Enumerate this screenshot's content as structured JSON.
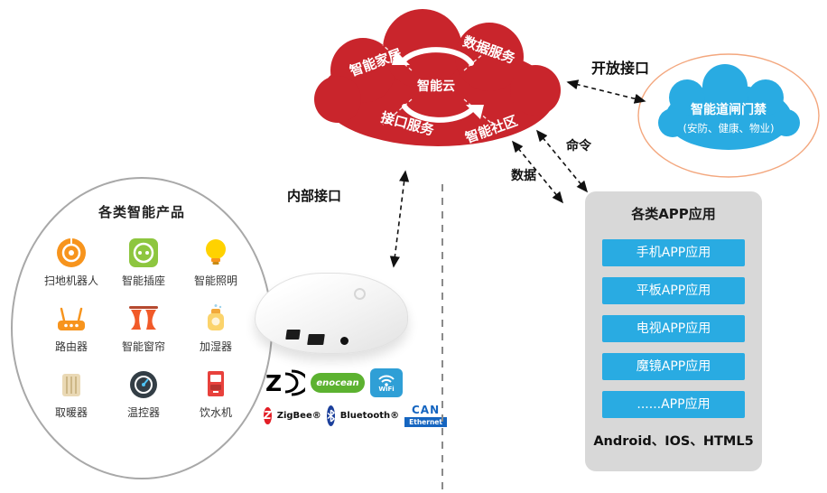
{
  "cloud": {
    "center": "智能云",
    "seg_tl": "智能家居",
    "seg_tr": "数据服务",
    "seg_bl": "接口服务",
    "seg_br": "智能社区"
  },
  "gate_cloud": {
    "title": "智能道闸门禁",
    "subtitle": "(安防、健康、物业)"
  },
  "labels": {
    "open_interface": "开放接口",
    "internal_interface": "内部接口",
    "command": "命令",
    "data": "数据"
  },
  "products": {
    "title": "各类智能产品",
    "items": [
      {
        "name": "robot-vacuum",
        "label": "扫地机器人"
      },
      {
        "name": "smart-socket",
        "label": "智能插座"
      },
      {
        "name": "smart-light",
        "label": "智能照明"
      },
      {
        "name": "router",
        "label": "路由器"
      },
      {
        "name": "smart-curtain",
        "label": "智能窗帘"
      },
      {
        "name": "humidifier",
        "label": "加湿器"
      },
      {
        "name": "heater",
        "label": "取暖器"
      },
      {
        "name": "thermostat",
        "label": "温控器"
      },
      {
        "name": "water-dispenser",
        "label": "饮水机"
      }
    ]
  },
  "protocols": {
    "zwave_letter": "Z",
    "enocean": "enocean",
    "wifi": "WiFi",
    "zigbee_letter": "Z",
    "zigbee": "ZigBee®",
    "bluetooth": "Bluetooth®",
    "can": "CAN",
    "ethernet": "Ethernet"
  },
  "apps": {
    "title": "各类APP应用",
    "items": [
      "手机APP应用",
      "平板APP应用",
      "电视APP应用",
      "魔镜APP应用",
      "......APP应用"
    ],
    "footer": "Android、IOS、HTML5"
  },
  "colors": {
    "cloud_red": "#c9252c",
    "cloud_blue": "#29abe2",
    "app_button": "#29abe2",
    "panel_gray": "#d8d8d8"
  }
}
